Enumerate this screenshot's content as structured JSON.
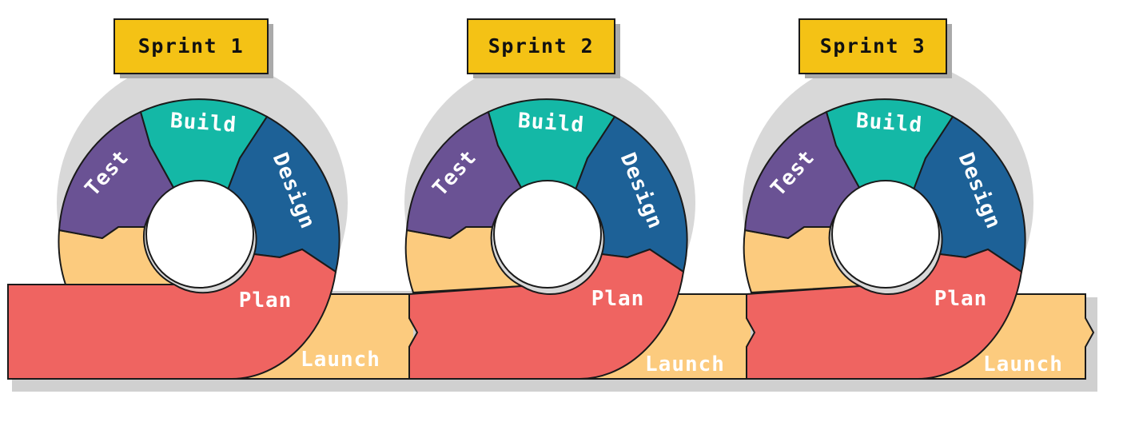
{
  "diagram": {
    "sprints": [
      {
        "title": "Sprint 1",
        "segments": {
          "build": "Build",
          "test": "Test",
          "design": "Design",
          "plan": "Plan",
          "launch": "Launch"
        }
      },
      {
        "title": "Sprint 2",
        "segments": {
          "build": "Build",
          "test": "Test",
          "design": "Design",
          "plan": "Plan",
          "launch": "Launch"
        }
      },
      {
        "title": "Sprint 3",
        "segments": {
          "build": "Build",
          "test": "Test",
          "design": "Design",
          "plan": "Plan",
          "launch": "Launch"
        }
      }
    ],
    "colors": {
      "build": "#14b8a6",
      "test": "#6a5294",
      "design": "#1d6197",
      "plan": "#ef6461",
      "launch": "#fccb7e",
      "sprint_box": "#f4c215",
      "outline": "#1a1a1a",
      "shadow": "#d0d0d0"
    }
  }
}
